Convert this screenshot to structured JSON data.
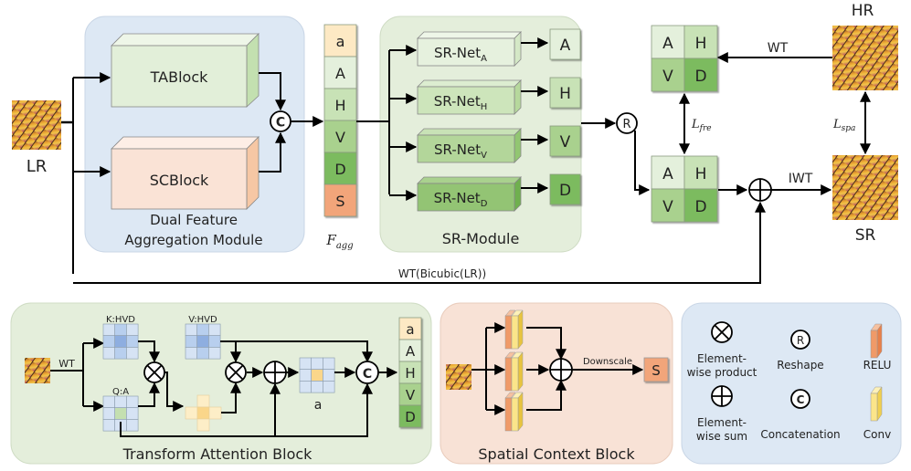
{
  "top": {
    "lr_label": "LR",
    "hr_label": "HR",
    "sr_label": "SR",
    "dfam": {
      "title_line1": "Dual Feature",
      "title_line2": "Aggregation Module",
      "tablock": "TABlock",
      "scblock": "SCBlock"
    },
    "concat_symbol": "C",
    "fagg": {
      "label_main": "F",
      "label_sub": "agg",
      "cells": [
        "a",
        "A",
        "H",
        "V",
        "D",
        "S"
      ]
    },
    "sr_module": {
      "title": "SR-Module",
      "nets": [
        {
          "name": "SR-Net",
          "sub": "A",
          "out": "A"
        },
        {
          "name": "SR-Net",
          "sub": "H",
          "out": "H"
        },
        {
          "name": "SR-Net",
          "sub": "V",
          "out": "V"
        },
        {
          "name": "SR-Net",
          "sub": "D",
          "out": "D"
        }
      ]
    },
    "reshape_symbol": "R",
    "grid_top": [
      "A",
      "H",
      "V",
      "D"
    ],
    "grid_bottom": [
      "A",
      "H",
      "V",
      "D"
    ],
    "wt_label": "WT",
    "iwt_label": "IWT",
    "lfre_main": "L",
    "lfre_sub": "fre",
    "lspa_main": "L",
    "lspa_sub": "spa",
    "skip_label": "WT(Bicubic(LR))"
  },
  "tab": {
    "title": "Transform Attention Block",
    "wt_label": "WT",
    "k_label": "K:HVD",
    "v_label": "V:HVD",
    "q_label": "Q:A",
    "a_label": "a",
    "concat_symbol": "C",
    "out_cells": [
      "a",
      "A",
      "H",
      "V",
      "D"
    ]
  },
  "scb": {
    "title": "Spatial Context Block",
    "downscale_label": "Downscale",
    "out_label": "S"
  },
  "legend": {
    "product_line1": "Element-",
    "product_line2": "wise product",
    "sum_line1": "Element-",
    "sum_line2": "wise sum",
    "reshape_symbol": "R",
    "reshape_label": "Reshape",
    "concat_symbol": "C",
    "concat_label": "Concatenation",
    "relu_label": "RELU",
    "conv_label": "Conv"
  },
  "colors": {
    "blue_panel": "#dde8f4",
    "green_panel": "#e4eedb",
    "peach_panel": "#f8e2d6",
    "a_cell": "#fde9c4",
    "A_cell": "#e4f0dc",
    "H_cell": "#c8e2b6",
    "V_cell": "#a9d18e",
    "D_cell": "#7cbb5f",
    "S_cell": "#f2a57a"
  }
}
